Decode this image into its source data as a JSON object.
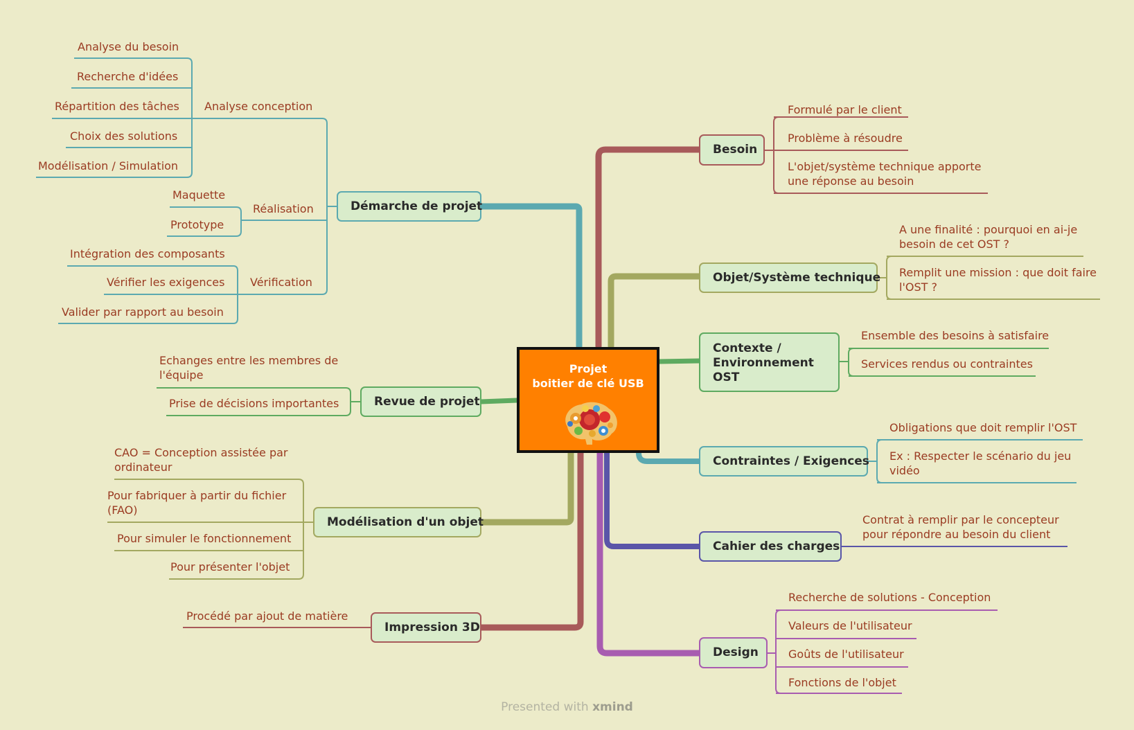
{
  "root": {
    "line1": "Projet",
    "line2": "boitier de clé USB"
  },
  "colors": {
    "background": "#ecebc9",
    "root_fill": "#ff8000",
    "teal": "#5ba9b0",
    "red": "#a85a5a",
    "olive": "#a3a860",
    "green": "#5eaa60",
    "blue": "#5a55a8",
    "purple": "#a85cb0"
  },
  "topics": {
    "besoin": "Besoin",
    "objet": "Objet/Système technique",
    "contexte": [
      "Contexte /",
      "Environnement",
      "OST"
    ],
    "contraintes": "Contraintes / Exigences",
    "cahier": "Cahier des charges",
    "design": "Design",
    "demarche": "Démarche de projet",
    "revue": "Revue de projet",
    "modelisation": "Modélisation d'un objet",
    "impression": "Impression 3D"
  },
  "subtopics": {
    "besoin": [
      "Formulé par le client",
      "Problème à résoudre",
      "L'objet/système technique apporte",
      "une réponse au besoin"
    ],
    "objet": [
      "A une finalité : pourquoi en ai-je",
      "besoin de cet OST ?",
      "Remplit une mission : que doit faire",
      "l'OST ?"
    ],
    "contexte": [
      "Ensemble des besoins à satisfaire",
      "Services rendus ou contraintes"
    ],
    "contraintes": [
      "Obligations que doit remplir l'OST",
      "Ex : Respecter le scénario du jeu",
      "vidéo"
    ],
    "cahier": [
      "Contrat à remplir par le concepteur",
      "pour répondre au besoin du client"
    ],
    "design": [
      "Recherche de solutions - Conception",
      "Valeurs de l'utilisateur",
      "Goûts de l'utilisateur",
      "Fonctions de l'objet"
    ],
    "demarche": [
      "Analyse conception",
      "Réalisation",
      "Vérification"
    ],
    "analyse": [
      "Analyse du besoin",
      "Recherche d'idées",
      "Répartition des tâches",
      "Choix des solutions",
      "Modélisation / Simulation"
    ],
    "realisation": [
      "Maquette",
      "Prototype"
    ],
    "verification": [
      "Intégration des composants",
      "Vérifier les exigences",
      "Valider par rapport au besoin"
    ],
    "revue": [
      "Echanges entre les membres de",
      "l'équipe",
      "Prise de décisions importantes"
    ],
    "modelisation": [
      "CAO = Conception assistée par",
      "ordinateur",
      "Pour fabriquer à partir du fichier",
      "(FAO)",
      "Pour simuler le fonctionnement",
      "Pour présenter l'objet"
    ],
    "impression": [
      "Procédé par ajout de matière"
    ]
  },
  "footer": {
    "prefix": "Presented with",
    "brand": "xmind"
  }
}
